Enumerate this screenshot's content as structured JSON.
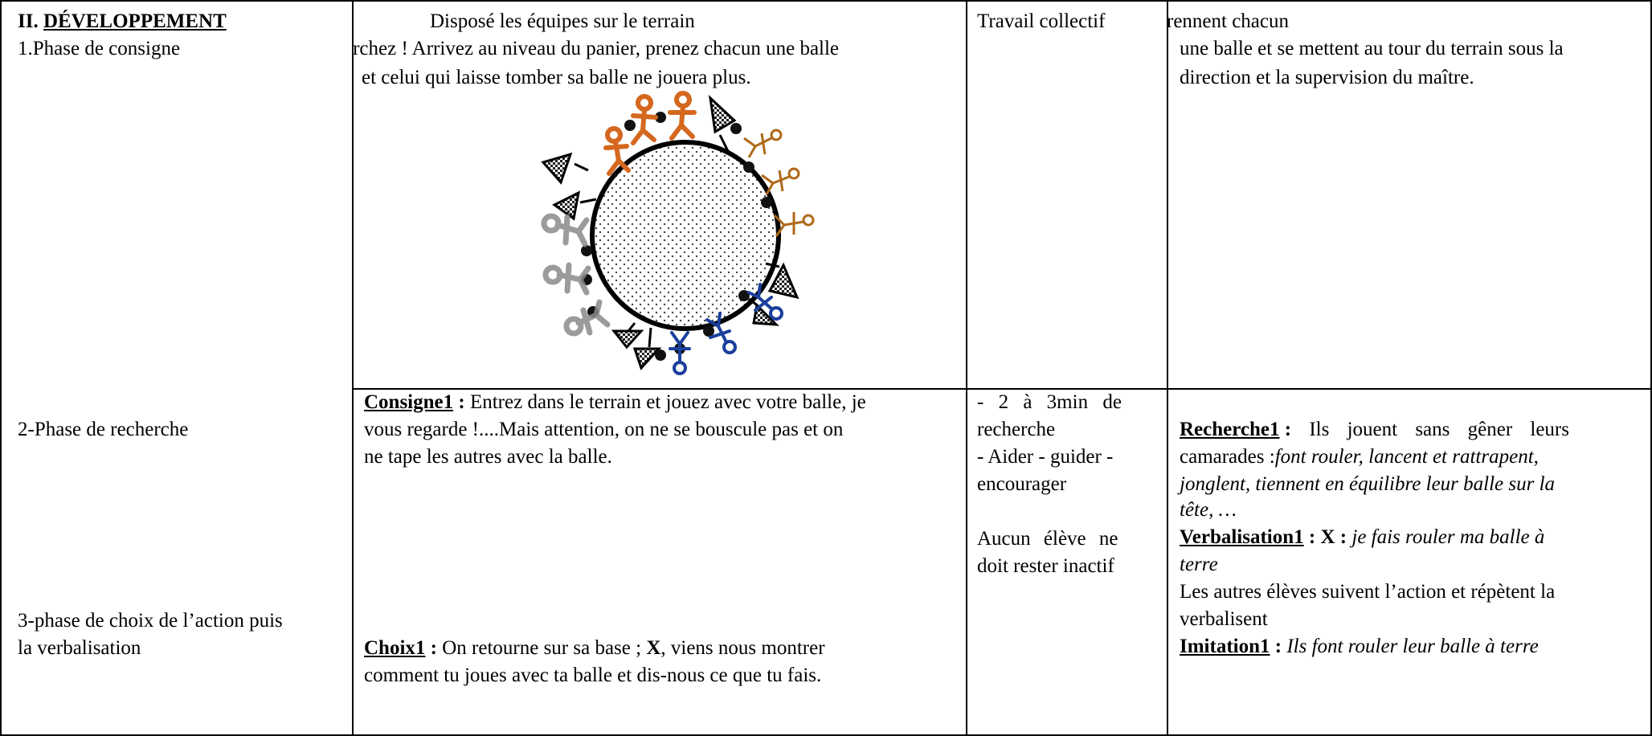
{
  "col1": {
    "section_num": "II.",
    "section_title": "DÉVELOPPEMENT",
    "phase1": "1.Phase de consigne",
    "phase2": "2-Phase de recherche",
    "phase3_l1": "3-phase de choix de l’action puis",
    "phase3_l2": "la verbalisation"
  },
  "col2": {
    "intro_title": "Disposé les équipes sur le terrain",
    "intro_l2": "archez ! Arrivez au niveau du panier, prenez chacun une balle",
    "intro_l3": "et celui qui laisse tomber sa balle ne jouera plus.",
    "consigne_label": "Consigne1",
    "consigne_colon": " :",
    "consigne_l1": " Entrez dans le terrain et jouez avec votre balle, je",
    "consigne_l2": "vous regarde !....Mais attention, on  ne se bouscule pas et on",
    "consigne_l3": "ne tape les autres avec la balle.",
    "choix_label": "Choix1",
    "choix_colon": " :",
    "choix_l1a": " On retourne sur sa base ; ",
    "choix_x": "X",
    "choix_l1b": ", viens nous montrer",
    "choix_l2": "comment tu joues avec ta balle et dis-nous ce que tu fais."
  },
  "col3": {
    "r1": "Travail collectif",
    "r2_l1": "- 2 à 3min de",
    "r2_l2": "recherche",
    "r2_l3": "- Aider - guider -",
    "r2_l4": "encourager",
    "r2_l5": "Aucun élève ne",
    "r2_l6": "doit rester inactif"
  },
  "col4": {
    "r1_l1": "rennent chacun",
    "r1_l2": "une balle et se mettent au tour du terrain sous la",
    "r1_l3": "direction et la supervision du maître.",
    "rech_label": "Recherche1",
    "rech_colon": " :",
    "rech_l1": " Ils jouent sans gêner leurs",
    "rech_l2": "camarades :",
    "rech_l2i": "font rouler, lancent et rattrapent,",
    "rech_l3": "jonglent, tiennent en équilibre leur balle sur la",
    "rech_l4": "tête, …",
    "verb_label": "Verbalisation1",
    "verb_colon": " : ",
    "verb_x": "X :",
    "verb_l1i": " je fais rouler ma balle à",
    "verb_l2i": "terre",
    "autres_l1": "Les autres élèves suivent l’action et répètent la",
    "autres_l2": "verbalisent",
    "imit_label": "Imitation1",
    "imit_colon": " :",
    "imit_i": " Ils font rouler leur balle à terre"
  },
  "figure": {
    "icons": [
      "stick-figure-icon",
      "ball-icon",
      "flag-icon",
      "court-circle-icon"
    ],
    "colors": {
      "orange": "#d4681e",
      "blue": "#1a3f9c",
      "grey": "#8a8a8a",
      "ball": "#111111"
    }
  }
}
